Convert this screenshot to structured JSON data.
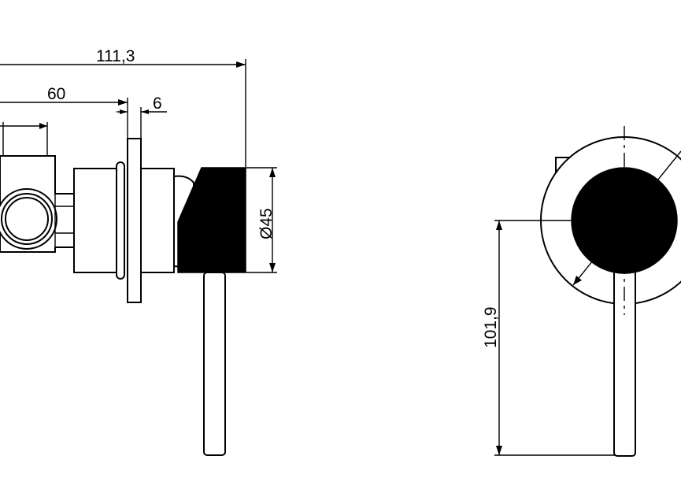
{
  "dimensions": {
    "overall_length": "111,3",
    "body_length": "60",
    "plate_thickness": "6",
    "handle_diameter": "Ø45",
    "height": "101,9"
  },
  "colors": {
    "line": "#000000",
    "background": "#ffffff",
    "handle_fill": "#000000"
  }
}
